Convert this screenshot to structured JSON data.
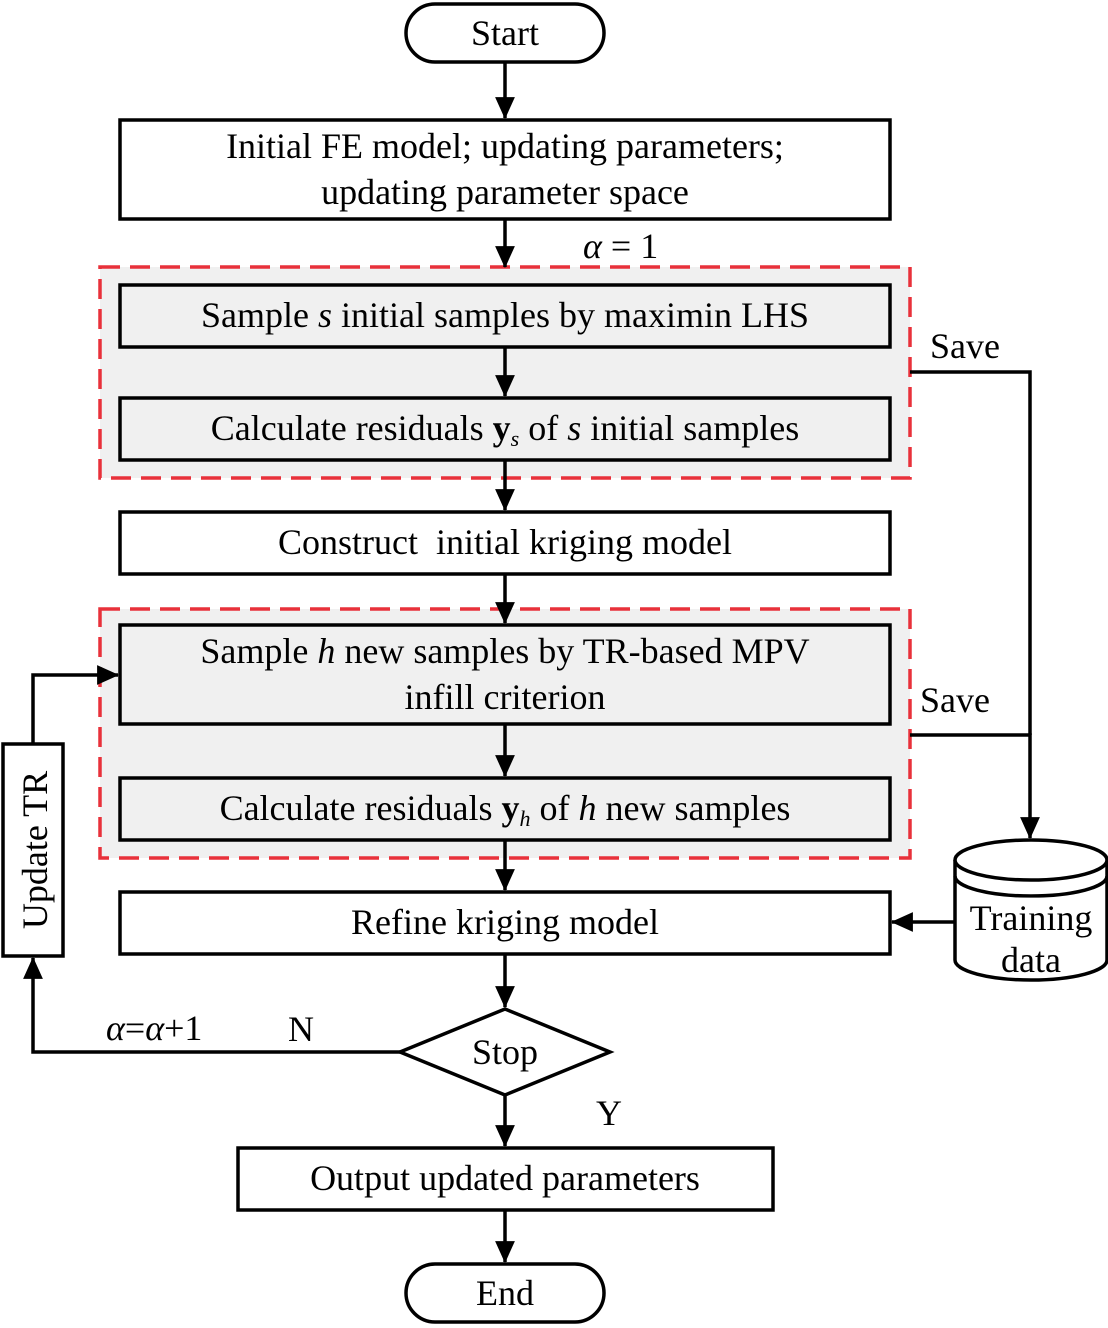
{
  "nodes": {
    "start": "Start",
    "init_line1": "Initial FE model; updating parameters;",
    "init_line2": "updating parameter space",
    "alpha_init_sym": "α",
    "alpha_init_rest": " = 1",
    "sample_s_a": "Sample ",
    "sample_s_var": "s",
    "sample_s_b": " initial samples by maximin LHS",
    "calc_s_a": "Calculate residuals ",
    "calc_s_bold": "y",
    "calc_s_sub": "s",
    "calc_s_b": " of ",
    "calc_s_var": "s",
    "calc_s_c": " initial samples",
    "construct": "Construct  initial kriging model",
    "sample_h_a": "Sample ",
    "sample_h_var": "h",
    "sample_h_b": " new samples by TR-based MPV",
    "sample_h_line2": "infill criterion",
    "calc_h_a": "Calculate residuals ",
    "calc_h_bold": "y",
    "calc_h_sub": "h",
    "calc_h_b": " of ",
    "calc_h_var": "h",
    "calc_h_c": " new samples",
    "refine": "Refine kriging model",
    "stop": "Stop",
    "output": "Output updated parameters",
    "end": "End",
    "update_tr": "Update TR",
    "training_line1": "Training",
    "training_line2": "data"
  },
  "labels": {
    "save_top": "Save",
    "save_bottom": "Save",
    "no": "N",
    "yes": "Y",
    "alpha_inc_a": "α",
    "alpha_inc_b": "=",
    "alpha_inc_c": "α",
    "alpha_inc_d": "+1"
  },
  "colors": {
    "dashed_group_border": "#e8313a",
    "shaded_fill": "#f0f0f0"
  }
}
